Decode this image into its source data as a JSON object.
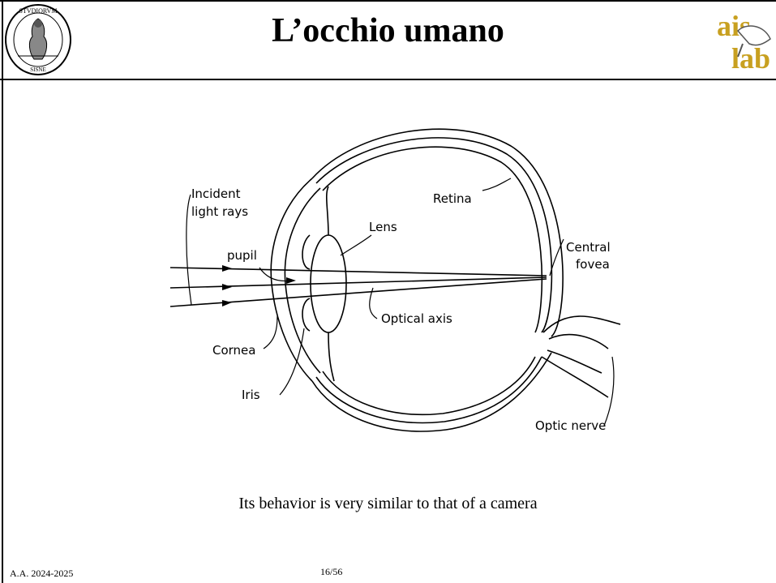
{
  "slide": {
    "title": "L’occhio umano",
    "caption": "Its behavior is very similar to that of a camera",
    "footer_left": "A.A. 2024-2025",
    "page_number": "16/56"
  },
  "logos": {
    "left_seal_name": "university-seal",
    "left_seal_text_top": "STVDIORVM",
    "left_seal_text_bottom": "SISNE",
    "right_logo_name": "ais-lab-logo",
    "right_logo_text_top": "ais",
    "right_logo_text_bottom": "lab",
    "right_logo_color": "#c8a020"
  },
  "diagram": {
    "labels": {
      "incident_1": "Incident",
      "incident_2": "light rays",
      "pupil": "pupil",
      "lens": "Lens",
      "retina": "Retina",
      "central_1": "Central",
      "central_2": "fovea",
      "optical_axis": "Optical axis",
      "cornea": "Cornea",
      "iris": "Iris",
      "optic_nerve": "Optic nerve"
    }
  }
}
